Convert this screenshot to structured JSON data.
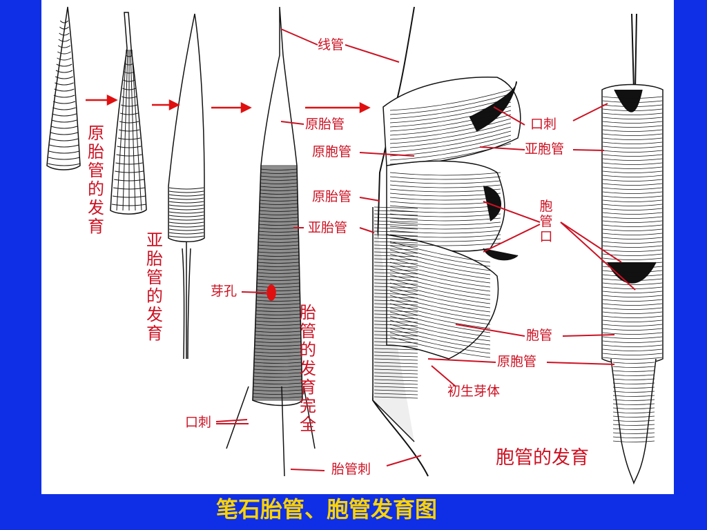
{
  "caption": "笔石胎管、胞管发育图",
  "colors": {
    "background": "#0f2fe6",
    "panel": "#ffffff",
    "label": "#cc1122",
    "caption": "#ffd400",
    "drawing": "#111111"
  },
  "stages": {
    "prosicula": "原胎管的发育",
    "metasicula": "亚胎管的发育",
    "sicula_complete": "胎管的发育完全",
    "theca": "胞管的发育"
  },
  "labels": {
    "nema": "线管",
    "prosicula": "原胎管",
    "protheca": "原胞管",
    "prosicula_2": "原胎管",
    "metasicula": "亚胎管",
    "foramen": "芽孔",
    "apertural_spine": "口刺",
    "virgella": "胎管刺",
    "spine_right": "口刺",
    "metatheca": "亚胞管",
    "aperture": "胞管口",
    "theca": "胞管",
    "protheca_2": "原胞管",
    "initial_bud": "初生芽体"
  }
}
